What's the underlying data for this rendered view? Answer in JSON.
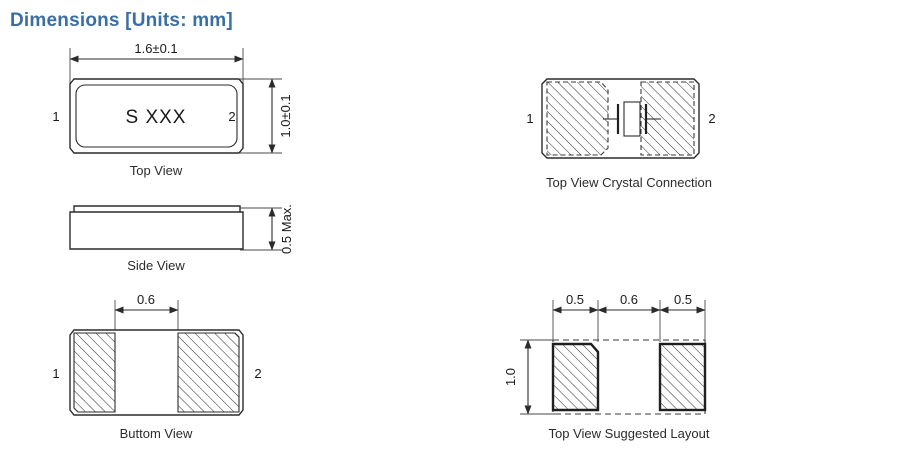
{
  "page": {
    "title": "Dimensions [Units: mm]",
    "title_color": "#3a6ea5",
    "background_color": "#ffffff",
    "line_color": "#2b2b2b"
  },
  "figures": {
    "top_view": {
      "caption": "Top View",
      "marking": "S XXX",
      "pin_left": "1",
      "pin_right": "2",
      "dim_width": "1.6±0.1",
      "dim_height": "1.0±0.1"
    },
    "side_view": {
      "caption": "Side View",
      "dim_height": "0.5 Max."
    },
    "bottom_view": {
      "caption": "Buttom View",
      "pin_left": "1",
      "pin_right": "2",
      "dim_gap": "0.6"
    },
    "crystal_connection": {
      "caption": "Top View Crystal Connection",
      "pin_left": "1",
      "pin_right": "2"
    },
    "suggested_layout": {
      "caption": "Top View Suggested Layout",
      "dim_pad_left": "0.5",
      "dim_gap": "0.6",
      "dim_pad_right": "0.5",
      "dim_height": "1.0"
    }
  }
}
